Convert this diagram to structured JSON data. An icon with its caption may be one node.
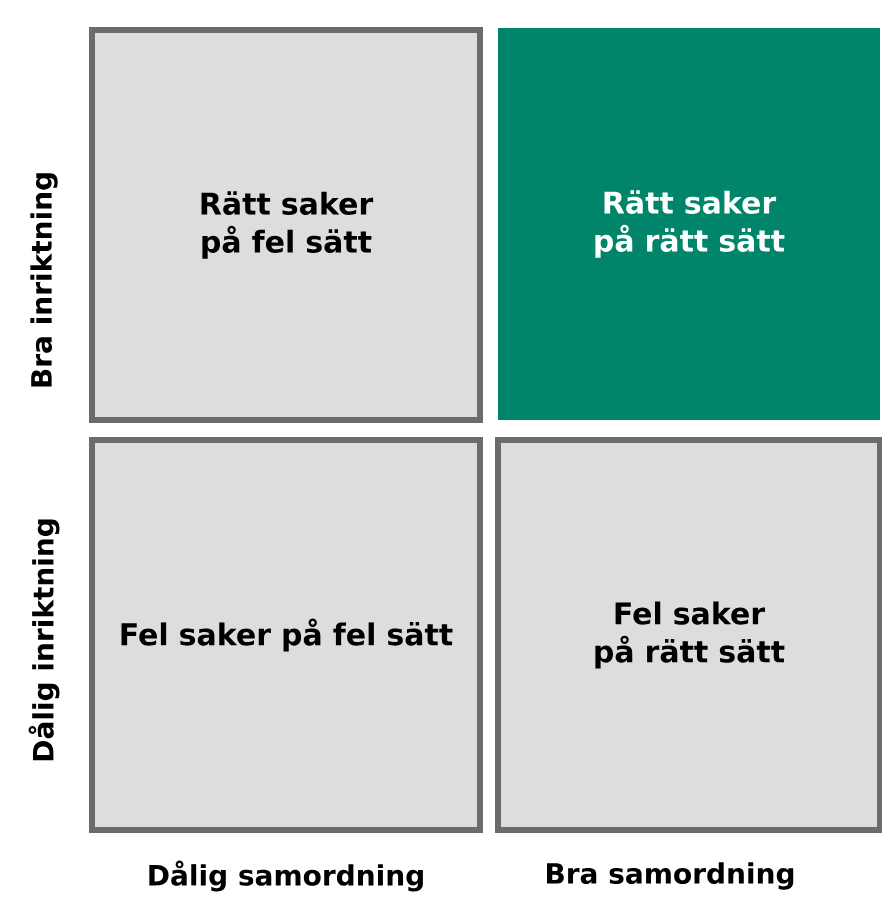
{
  "diagram": {
    "nodes": [
      {
        "text": [
          "Rätt saker på fel sätt"
        ]
      },
      {
        "text": [
          "Rätt saker på rätt sätt"
        ]
      },
      {
        "text": [
          "Fel saker på fel sätt"
        ]
      },
      {
        "text": [
          "Fel saker på rätt sätt"
        ]
      }
    ],
    "labels": [
      "Bra inriktning",
      "Dålig inriktning",
      "Dålig samordning",
      "Bra samordning"
    ]
  }
}
